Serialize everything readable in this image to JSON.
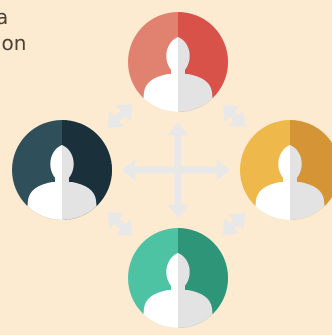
{
  "caption_lines": [
    "a",
    "ion"
  ],
  "colors": {
    "background": "#fdebd1",
    "arrow": "#e8e8e8",
    "silhouette_light": "#ffffff",
    "silhouette_dark": "#e3e3e3"
  },
  "nodes": [
    {
      "id": "top",
      "icon": "person-icon",
      "light": "#e0826f",
      "dark": "#d9524a"
    },
    {
      "id": "left",
      "icon": "person-icon",
      "light": "#2f4f5b",
      "dark": "#1a313c"
    },
    {
      "id": "right",
      "icon": "person-icon",
      "light": "#efb84a",
      "dark": "#d59536"
    },
    {
      "id": "bottom",
      "icon": "person-icon",
      "light": "#4ec3a4",
      "dark": "#2e9578"
    }
  ],
  "connections": [
    [
      "top",
      "left"
    ],
    [
      "top",
      "right"
    ],
    [
      "left",
      "bottom"
    ],
    [
      "right",
      "bottom"
    ],
    [
      "left",
      "right"
    ],
    [
      "top",
      "bottom"
    ]
  ]
}
